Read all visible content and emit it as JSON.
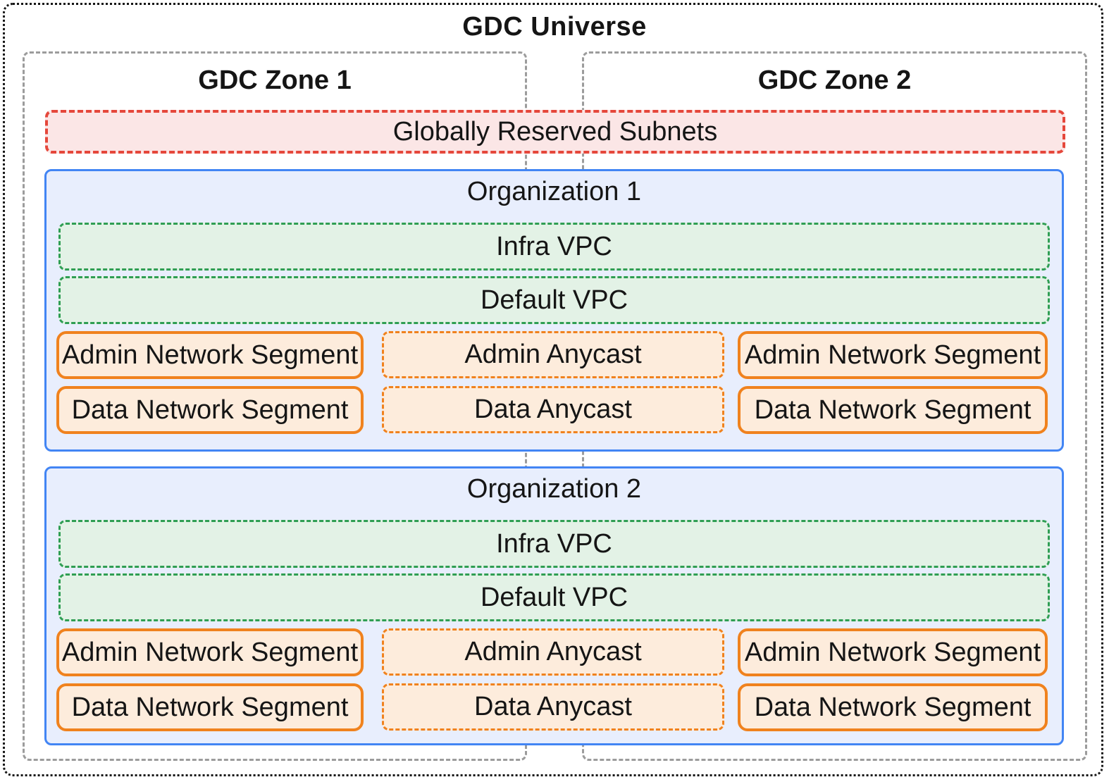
{
  "universe": {
    "title": "GDC Universe"
  },
  "zones": [
    {
      "label": "GDC Zone 1"
    },
    {
      "label": "GDC Zone 2"
    }
  ],
  "globally_reserved_subnets": {
    "label": "Globally Reserved Subnets"
  },
  "organizations": [
    {
      "label": "Organization 1",
      "infra_vpc_label": "Infra VPC",
      "default_vpc_label": "Default VPC",
      "zone1_admin_segment_label": "Admin Network Segment",
      "admin_anycast_label": "Admin Anycast",
      "zone2_admin_segment_label": "Admin Network Segment",
      "zone1_data_segment_label": "Data Network Segment",
      "data_anycast_label": "Data Anycast",
      "zone2_data_segment_label": "Data Network Segment"
    },
    {
      "label": "Organization 2",
      "infra_vpc_label": "Infra VPC",
      "default_vpc_label": "Default VPC",
      "zone1_admin_segment_label": "Admin Network Segment",
      "admin_anycast_label": "Admin Anycast",
      "zone2_admin_segment_label": "Admin Network Segment",
      "zone1_data_segment_label": "Data Network Segment",
      "data_anycast_label": "Data Anycast",
      "zone2_data_segment_label": "Data Network Segment"
    }
  ],
  "colors": {
    "universe_border": "#161616",
    "zone_border": "#9c9c9c",
    "subnet_border": "#e5473b",
    "subnet_fill": "#fbe6e6",
    "org_border": "#4285f4",
    "org_fill": "#e8eefd",
    "vpc_border": "#2f9e53",
    "vpc_fill": "#e3f2e6",
    "segment_border": "#f0821e",
    "segment_fill": "#fdecdc"
  }
}
